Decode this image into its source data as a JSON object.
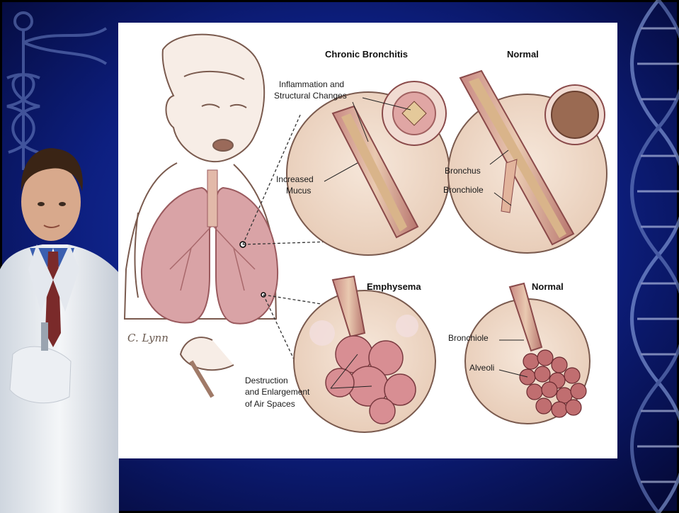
{
  "slide": {
    "illustration": {
      "sections": {
        "chronic_bronchitis": {
          "title": "Chronic Bronchitis"
        },
        "normal_bronchus": {
          "title": "Normal"
        },
        "emphysema": {
          "title": "Emphysema"
        },
        "normal_alveoli": {
          "title": "Normal"
        }
      },
      "labels": {
        "inflammation_line1": "Inflammation and",
        "inflammation_line2": "Structural Changes",
        "mucus_line1": "Increased",
        "mucus_line2": "Mucus",
        "bronchus": "Bronchus",
        "bronchiole": "Bronchiole",
        "destruction_line1": "Destruction",
        "destruction_line2": "and Enlargement",
        "destruction_line3": "of Air Spaces",
        "bronchiole_2": "Bronchiole",
        "alveoli": "Alveoli"
      },
      "signature": "C. Lynn"
    },
    "colors": {
      "background": "#0a1a6a",
      "panel": "#ffffff",
      "tissue": "#c9878a",
      "lumen": "#d9b48a"
    }
  }
}
